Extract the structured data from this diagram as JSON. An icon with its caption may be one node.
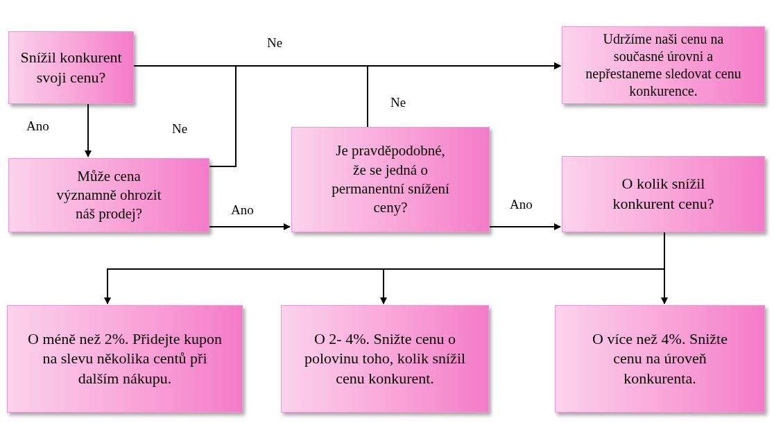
{
  "diagram": {
    "nodes": [
      {
        "text": [
          "Snížil konkurent svoji cenu?"
        ]
      },
      {
        "text": [
          "Udržíme naši cenu na současné úrovni a nepřestaneme sledovat cenu konkurence."
        ]
      },
      {
        "text": [
          "Může cena významně ohrozit náš prodej?"
        ]
      },
      {
        "text": [
          "Je pravděpodobné, že se jedná o permanentní snížení ceny?"
        ]
      },
      {
        "text": [
          "O kolik snížil konkurent cenu?"
        ]
      },
      {
        "text": [
          "O méně než 2%. Přidejte kupon na slevu několika centů při dalším nákupu."
        ]
      },
      {
        "text": [
          "O 2- 4%. Snižte cenu o polovinu toho, kolik snížil cenu konkurent."
        ]
      },
      {
        "text": [
          "O více než 4%. Snižte cenu na úroveň konkurenta."
        ]
      }
    ],
    "edges": [
      {
        "from": 0,
        "to": 1,
        "arrow": "to",
        "label": "Ne"
      },
      {
        "from": 0,
        "to": 2,
        "arrow": "to",
        "label": "Ano"
      },
      {
        "from": 2,
        "to": 1,
        "arrow": "to",
        "label": "Ne"
      },
      {
        "from": 2,
        "to": 3,
        "arrow": "to",
        "label": "Ano"
      },
      {
        "from": 3,
        "to": 1,
        "arrow": "to",
        "label": "Ne"
      },
      {
        "from": 3,
        "to": 4,
        "arrow": "to",
        "label": "Ano"
      },
      {
        "from": 4,
        "to": 5,
        "arrow": "to"
      },
      {
        "from": 4,
        "to": 6,
        "arrow": "to"
      },
      {
        "from": 4,
        "to": 7,
        "arrow": "to"
      }
    ]
  }
}
